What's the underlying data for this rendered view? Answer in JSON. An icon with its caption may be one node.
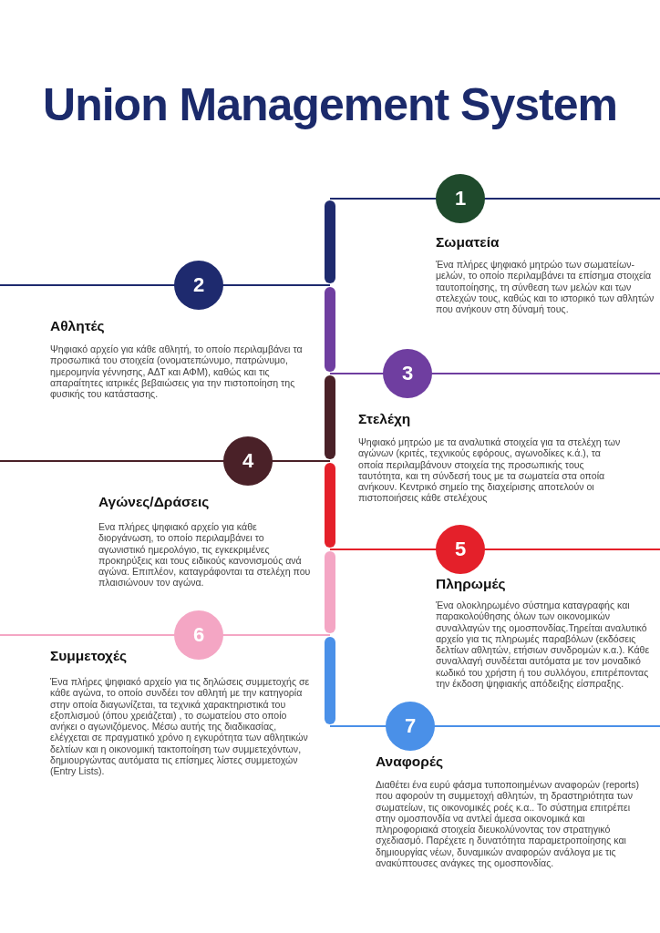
{
  "diagram": {
    "title": "Union Management System",
    "nodes": [
      {
        "text": [
          "1"
        ],
        "beside": [
          "Σωματεία",
          "Ένα πλήρες ψηφιακό μητρώο των σωματείων-μελών, το οποίο περιλαμβάνει τα επίσημα στοιχεία ταυτοποίησης, τη σύνθεση των μελών και των στελεχών τους, καθώς και το ιστορικό των αθλητών που ανήκουν στη δύναμή τους."
        ]
      },
      {
        "text": [
          "2"
        ],
        "beside": [
          "Αθλητές",
          "Ψηφιακό αρχείο για κάθε αθλητή, το οποίο περιλαμβάνει τα προσωπικά του στοιχεία (ονοματεπώνυμο, πατρώνυμο, ημερομηνία γέννησης, ΑΔΤ και ΑΦΜ), καθώς και τις απαραίτητες ιατρικές βεβαιώσεις για την πιστοποίηση της φυσικής του κατάστασης."
        ]
      },
      {
        "text": [
          "3"
        ],
        "beside": [
          "Στελέχη",
          "Ψηφιακό μητρώο με τα αναλυτικά στοιχεία για τα στελέχη των αγώνων (κριτές, τεχνικούς εφόρους, αγωνοδίκες κ.ά.), τα οποία περιλαμβάνουν στοιχεία της προσωπικής τους ταυτότητα, και τη σύνδεσή τους με τα σωματεία στα οποία ανήκουν. Κεντρικό σημείο της διαχείρισης αποτελούν οι πιστοποιήσεις κάθε στελέχους"
        ]
      },
      {
        "text": [
          "4"
        ],
        "beside": [
          "Αγώνες/Δράσεις",
          "Ενα πλήρες ψηφιακό αρχείο για κάθε διοργάνωση, το οποίο περιλαμβάνει το αγωνιστικό ημερολόγιο, τις εγκεκριμένες προκηρύξεις και τους ειδικούς κανονισμούς ανά αγώνα. Επιπλέον, καταγράφονται τα στελέχη που πλαισιώνουν τον αγώνα."
        ]
      },
      {
        "text": [
          "5"
        ],
        "beside": [
          "Πληρωμές",
          "Ένα ολοκληρωμένο σύστημα καταγραφής και παρακολούθησης όλων των οικονομικών συναλλαγών της ομοσπονδίας.Τηρείται αναλυτικό αρχείο για τις πληρωμές παραβόλων (εκδόσεις δελτίων αθλητών, ετήσιων συνδρομών κ.α.). Κάθε συναλλαγή συνδέεται αυτόματα με τον μοναδικό κωδικό του χρήστη ή του συλλόγου, επιτρέποντας την έκδοση ψηφιακής απόδειξης είσπραξης."
        ]
      },
      {
        "text": [
          "6"
        ],
        "beside": [
          "Συμμετοχές",
          "Ένα πλήρες ψηφιακό αρχείο για τις δηλώσεις συμμετοχής σε κάθε αγώνα, το οποίο συνδέει τον αθλητή με την κατηγορία στην οποία διαγωνίζεται, τα τεχνικά χαρακτηριστικά του εξοπλισμού (όπου χρειάζεται) , το σωματείου στο οποίο ανήκει ο αγωνιζόμενος. Μέσω αυτής της διαδικασίας, ελέγχεται σε πραγματικό χρόνο η εγκυρότητα των αθλητικών δελτίων και η οικονομική τακτοποίηση των συμμετεχόντων, δημιουργώντας αυτόματα τις επίσημες λίστες συμμετοχών (Entry Lists)."
        ]
      },
      {
        "text": [
          "7"
        ],
        "beside": [
          "Αναφορές",
          "Διαθέτει ένα ευρύ φάσμα τυποποιημένων αναφορών (reports) που αφορούν τη συμμετοχή αθλητών, τη δραστηριότητα των σωματείων, τις οικονομικές ροές κ.α.. Το σύστημα επιτρέπει στην ομοσπονδία να αντλεί άμεσα οικονομικά και πληροφοριακά στοιχεία διευκολύνοντας τον στρατηγικό σχεδιασμό. Παρέχετε η δυνατότητα παραμετροποίησης και δημιουργίας νέων, δυναμικών αναφορών ανάλογα με τις ανακύπτουσες ανάγκες της ομοσπονδίας."
        ]
      }
    ]
  }
}
